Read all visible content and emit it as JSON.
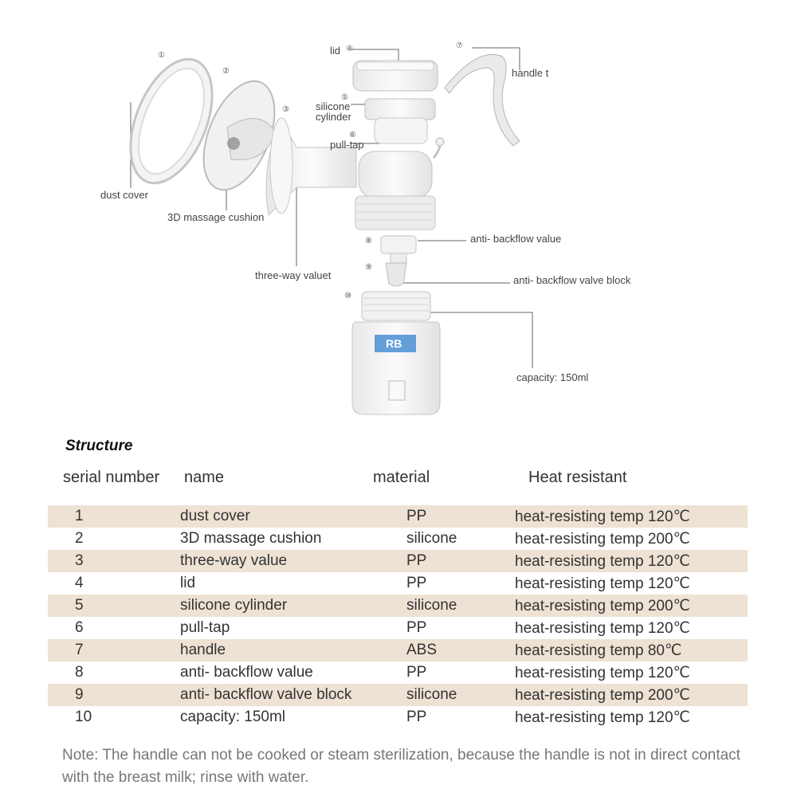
{
  "diagram": {
    "markers": [
      "①",
      "②",
      "③",
      "④",
      "⑤",
      "⑥",
      "⑦",
      "⑧",
      "⑨",
      "⑩"
    ],
    "labels": {
      "dust_cover": "dust cover",
      "massage_cushion": "3D massage cushion",
      "three_way": "three-way valuet",
      "lid": "lid",
      "silicone_cylinder_1": "silicone",
      "silicone_cylinder_2": "cylinder",
      "pull_tap": "pull-tap",
      "handle": "handle t",
      "anti_backflow_value": "anti- backflow value",
      "anti_backflow_block": "anti- backflow valve block",
      "capacity": "capacity: 150ml"
    },
    "bottle_logo": "RB"
  },
  "table": {
    "title": "Structure",
    "headers": [
      "serial number",
      "name",
      "material",
      "Heat resistant"
    ],
    "rows": [
      {
        "serial": "1",
        "name": "dust cover",
        "material": "PP",
        "heat": "heat-resisting temp 120℃"
      },
      {
        "serial": "2",
        "name": "3D massage cushion",
        "material": "silicone",
        "heat": "heat-resisting temp 200℃"
      },
      {
        "serial": "3",
        "name": "three-way value",
        "material": "PP",
        "heat": "heat-resisting temp 120℃"
      },
      {
        "serial": "4",
        "name": "lid",
        "material": "PP",
        "heat": "heat-resisting temp 120℃"
      },
      {
        "serial": "5",
        "name": "silicone cylinder",
        "material": "silicone",
        "heat": "heat-resisting temp 200℃"
      },
      {
        "serial": "6",
        "name": "pull-tap",
        "material": "PP",
        "heat": "heat-resisting temp 120℃"
      },
      {
        "serial": "7",
        "name": "handle",
        "material": "ABS",
        "heat": "heat-resisting temp 80℃"
      },
      {
        "serial": "8",
        "name": "anti- backflow value",
        "material": "PP",
        "heat": "heat-resisting temp 120℃"
      },
      {
        "serial": "9",
        "name": "anti- backflow valve block",
        "material": "silicone",
        "heat": "heat-resisting temp 200℃"
      },
      {
        "serial": "10",
        "name": "capacity: 150ml",
        "material": "PP",
        "heat": "heat-resisting temp 120℃"
      }
    ]
  },
  "note": "Note: The handle can not be cooked or steam sterilization, because the handle is not in direct contact with the breast milk; rinse with water.",
  "colors": {
    "row_shade": "#ede2d3",
    "part_fill": "#f3f3f3",
    "part_stroke": "#bdbdbd",
    "logo_blue": "#4a8fd4"
  }
}
